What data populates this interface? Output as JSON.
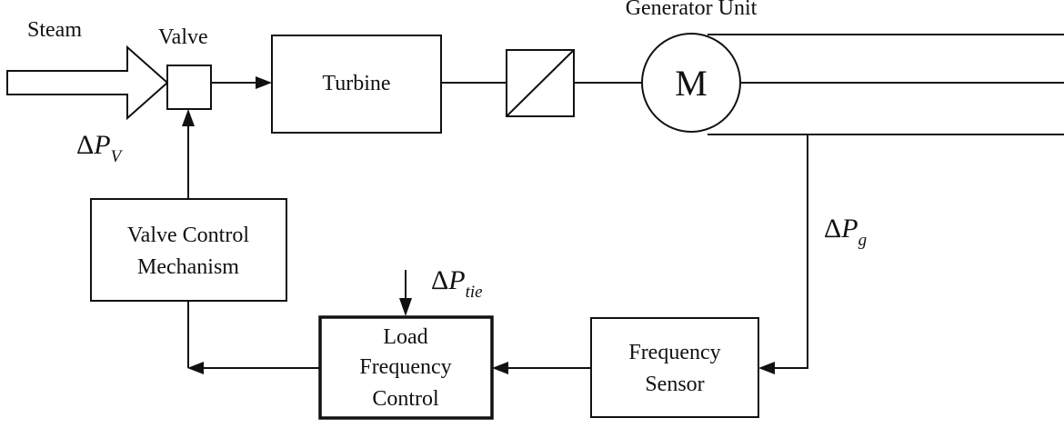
{
  "diagram": {
    "steam_label": "Steam",
    "valve_label": "Valve",
    "generator_unit_label": "Generator Unit",
    "turbine_label": "Turbine",
    "motor_symbol": "M",
    "valve_control_line1": "Valve Control",
    "valve_control_line2": "Mechanism",
    "lfc_line1": "Load",
    "lfc_line2": "Frequency",
    "lfc_line3": "Control",
    "frequency_sensor_line1": "Frequency",
    "frequency_sensor_line2": "Sensor",
    "delta_symbol": "Δ",
    "power_symbol": "P",
    "dpv_subscript": "V",
    "dpg_subscript": "g",
    "dptie_subscript": "tie"
  }
}
